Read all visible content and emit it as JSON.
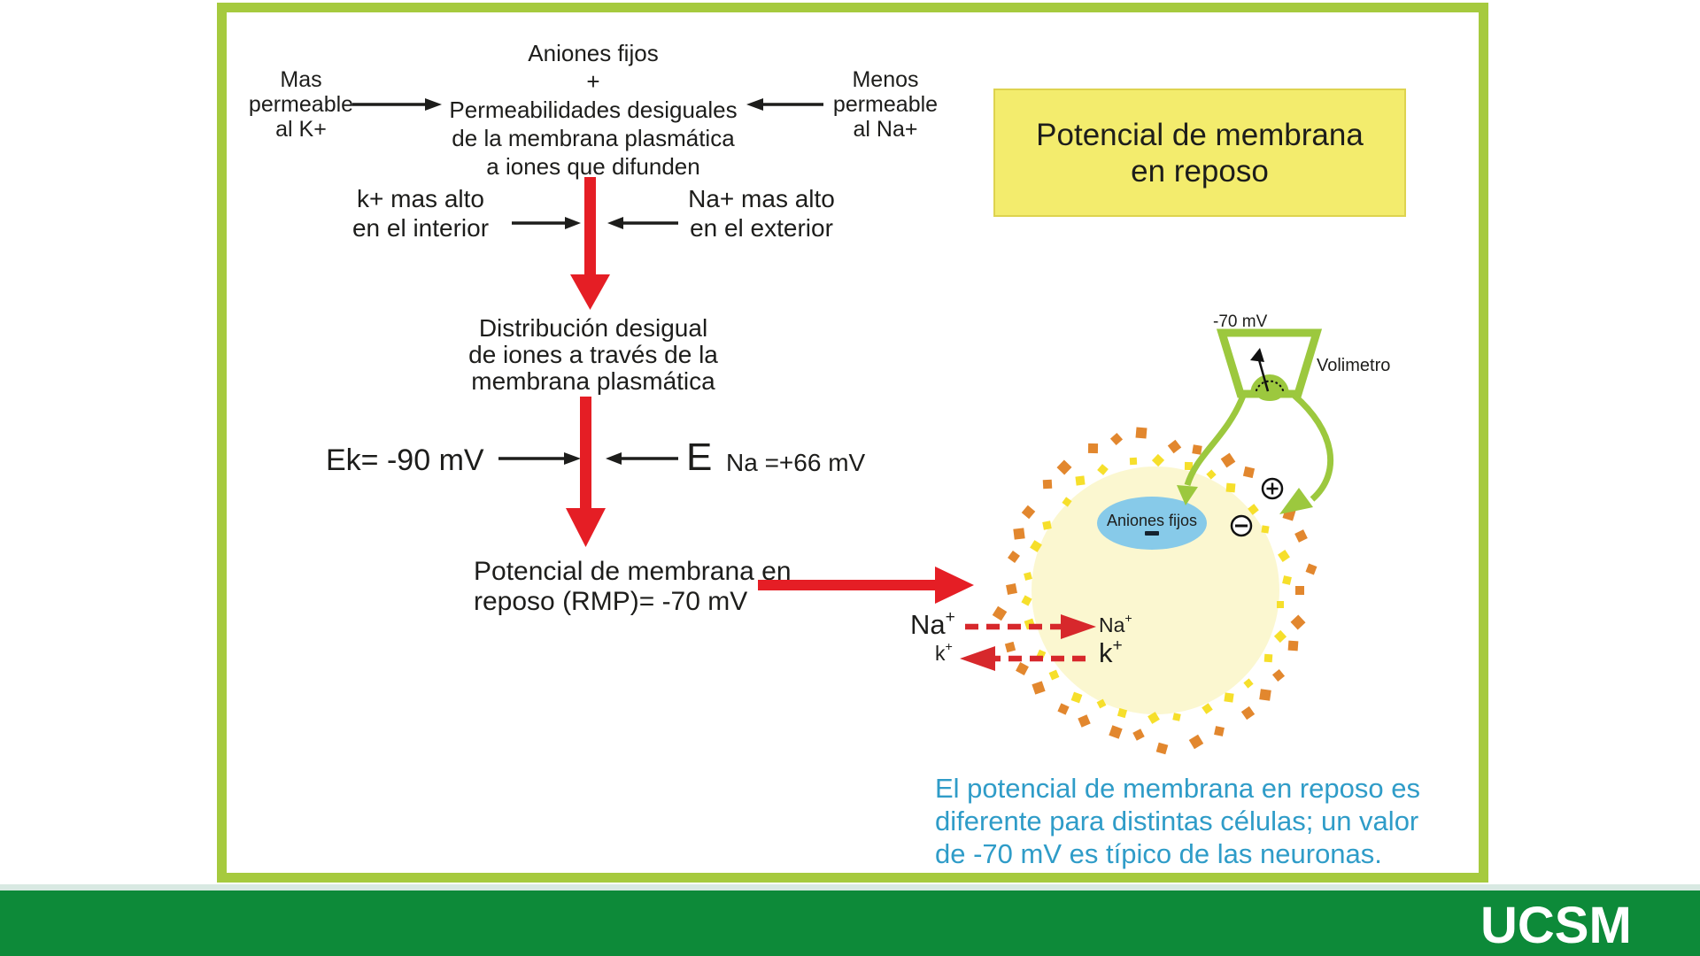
{
  "flowchart": {
    "top_block": [
      "Aniones fijos",
      "+",
      "Permeabilidades desiguales",
      "de la membrana plasmática",
      "a iones que difunden"
    ],
    "more_permeable": [
      "Mas",
      "permeable",
      "al K+"
    ],
    "less_permeable": [
      "Menos",
      "permeable",
      "al Na+"
    ],
    "k_higher": [
      "k+ mas alto",
      "en el interior"
    ],
    "na_higher": [
      "Na+ mas alto",
      "en el exterior"
    ],
    "distribution": [
      "Distribución desigual",
      "de iones a través de la",
      "membrana plasmática"
    ],
    "ek_label": "Ek= -90 mV",
    "e_big": "E",
    "ena_label": "Na =+66 mV",
    "rmp": [
      "Potencial de membrana en",
      "reposo (RMP)= -70 mV"
    ]
  },
  "title_box": [
    "Potencial de membrana",
    "en reposo"
  ],
  "voltmeter": {
    "reading": "-70 mV",
    "label": "Volimetro"
  },
  "cell": {
    "anions_label": "Aniones fijos",
    "na_out": "Na",
    "na_in": "Na",
    "k_out": "k",
    "k_in": "k",
    "sup_plus": "+"
  },
  "caption": [
    "El potencial de membrana en reposo es",
    "diferente para distintas células; un valor",
    "de -70 mV es típico de las neuronas."
  ],
  "footer": {
    "logo": "UCSM"
  },
  "colors": {
    "frame-green": "#a6ca3e",
    "meter-green": "#9cc83e",
    "footer-green": "#0d8a39",
    "footer-stripe": "#d8e9e2",
    "arrow-red": "#e51e25",
    "dashed-red": "#d7282c",
    "title-box-fill": "#f3ec6d",
    "title-box-border": "#ded34f",
    "cell-fill": "#fbf7d0",
    "membrane-orange": "#e2872e",
    "membrane-yellow": "#f6df2b",
    "anion-blue": "#87cae9",
    "caption-blue": "#2f9cc8",
    "ink": "#1d1d1b"
  }
}
